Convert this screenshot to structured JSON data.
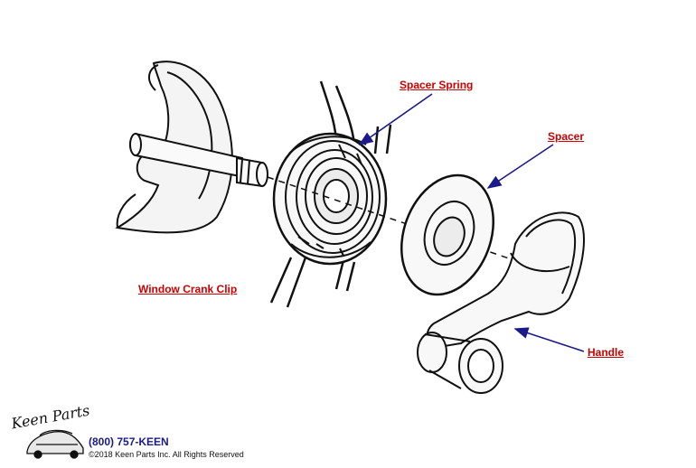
{
  "callouts": {
    "spacer_spring": "Spacer Spring",
    "spacer": "Spacer",
    "window_crank_clip": "Window Crank Clip",
    "handle": "Handle"
  },
  "footer": {
    "logo_text": "Keen Parts",
    "phone": "(800) 757-KEEN",
    "copyright": "©2018 Keen Parts Inc. All Rights Reserved"
  },
  "colors": {
    "callout_text": "#cc0000",
    "leader_arrow": "#1a1a8c",
    "line_art": "#111111"
  }
}
